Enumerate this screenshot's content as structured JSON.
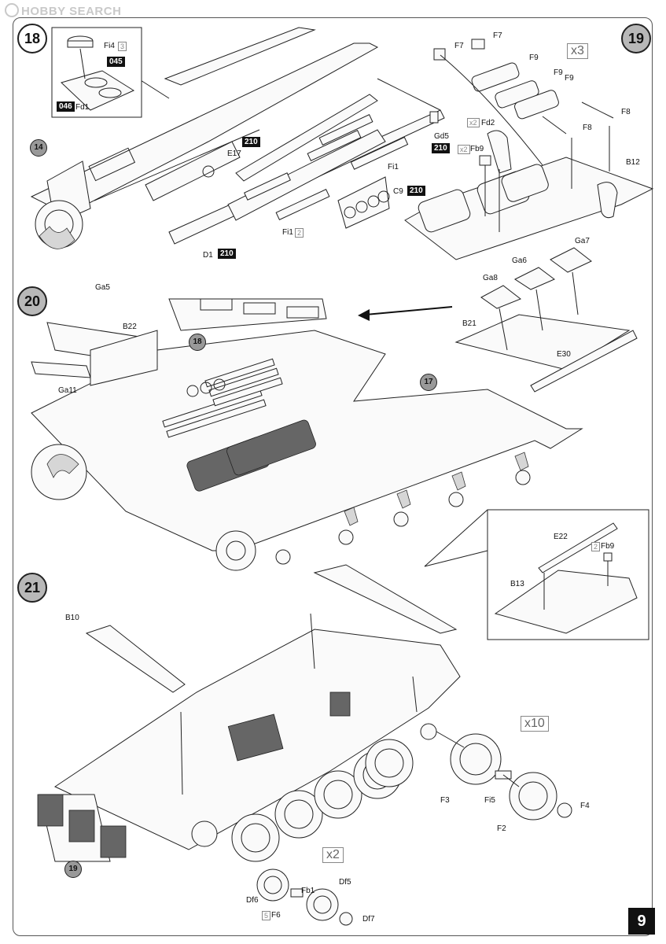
{
  "watermark": "HOBBY SEARCH",
  "page_number": "9",
  "steps": {
    "s18": "18",
    "s19": "19",
    "s20": "20",
    "s21": "21",
    "ref14": "14",
    "ref17": "17",
    "ref18": "18",
    "ref19": "19"
  },
  "step18": {
    "inset": {
      "fi4": "Fi4",
      "fi4_qty": "3",
      "color_045": "045",
      "color_046": "046",
      "fd1": "Fd1"
    },
    "e17": "E17",
    "color_210_a": "210",
    "fi1": "Fi1",
    "gd5": "Gd5",
    "color_210_b": "210",
    "c9": "C9",
    "color_210_c": "210",
    "fi1_bottom": "Fi1",
    "fi1_qty": "2",
    "d1": "D1",
    "color_210_d": "210"
  },
  "step19": {
    "f7_a": "F7",
    "f7_b": "F7",
    "mult_x3": "x3",
    "f9_a": "F9",
    "f9_b": "F9",
    "f9_c": "F9",
    "fd2": "Fd2",
    "fd2_qty": "x2",
    "fb9": "Fb9",
    "fb9_qty": "x2",
    "f8_a": "F8",
    "f8_b": "F8",
    "b12": "B12"
  },
  "step20": {
    "ga5": "Ga5",
    "b22": "B22",
    "ga11": "Ga11",
    "ga7": "Ga7",
    "ga6": "Ga6",
    "ga8": "Ga8",
    "b21": "B21",
    "e30": "E30",
    "inset": {
      "e22": "E22",
      "fb9": "Fb9",
      "fb9_qty": "2",
      "b13": "B13"
    }
  },
  "step21": {
    "b10": "B10",
    "mult_x10": "x10",
    "f3": "F3",
    "fi5": "Fi5",
    "f4": "F4",
    "f2": "F2",
    "mult_x2": "x2",
    "df5": "Df5",
    "fb1": "Fb1",
    "df6": "Df6",
    "f6": "F6",
    "f6_qty": "5",
    "df7": "Df7"
  }
}
